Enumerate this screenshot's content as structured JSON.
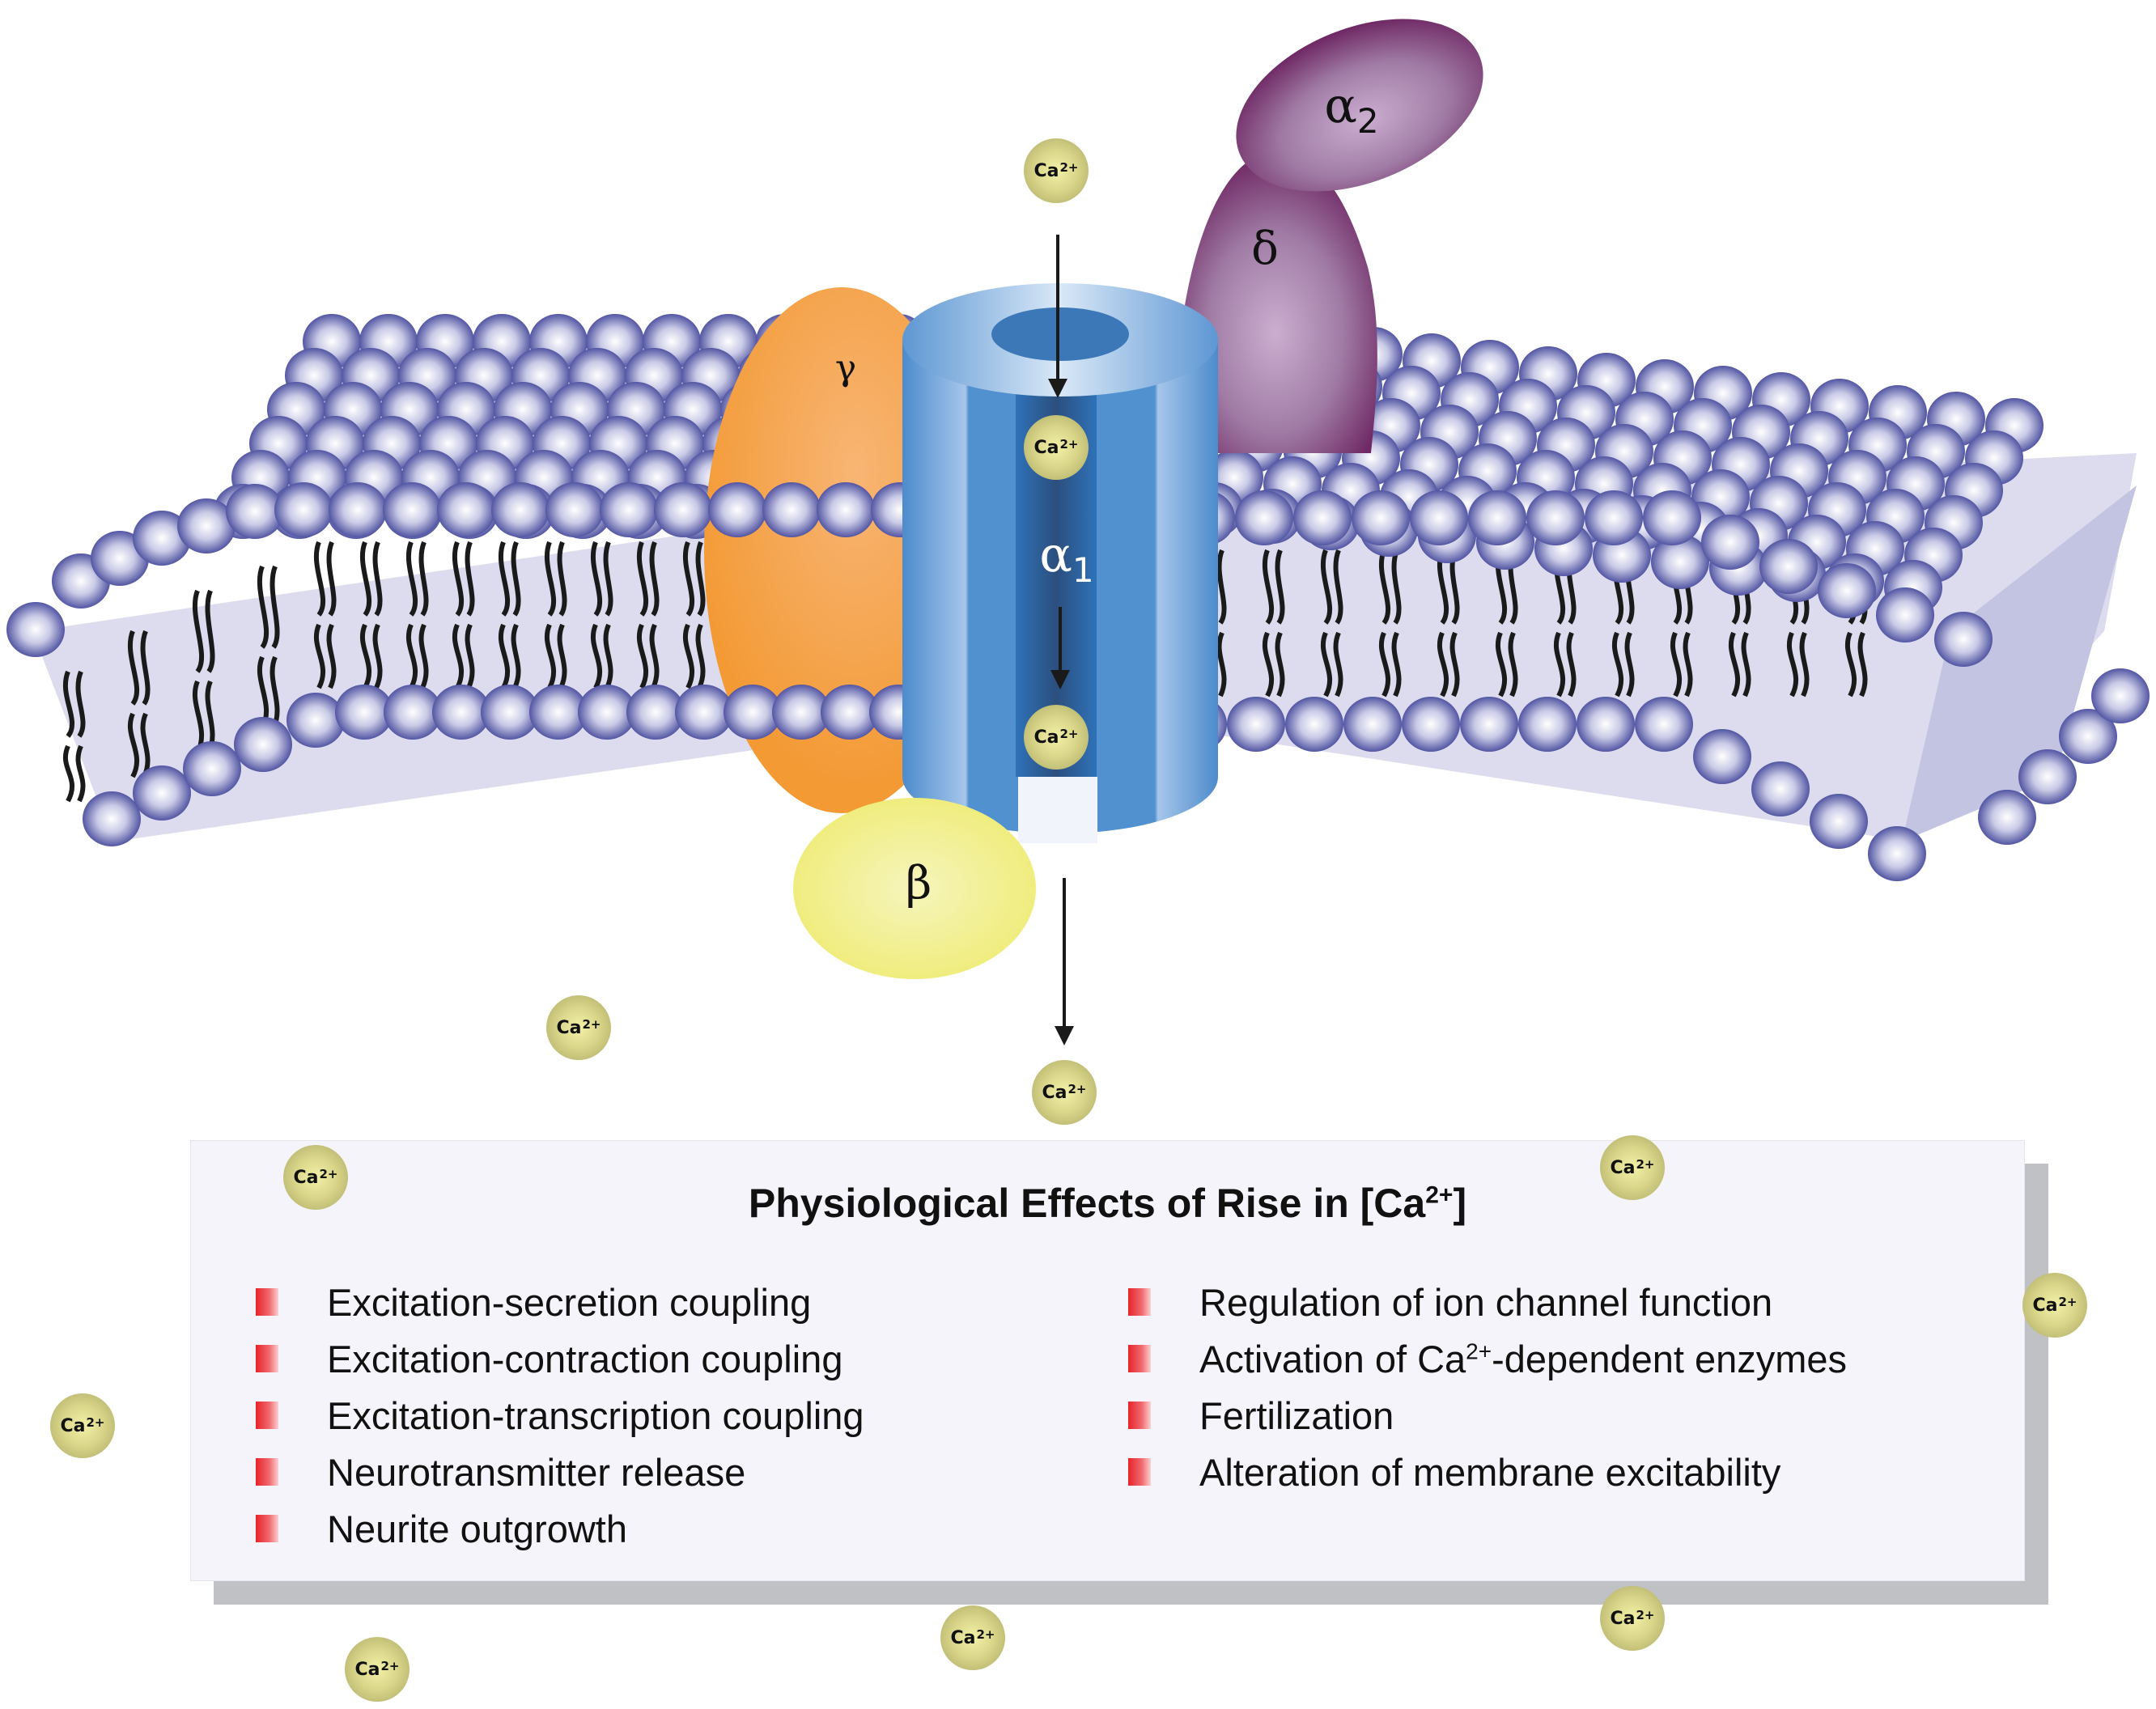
{
  "diagram": {
    "subunits": {
      "alpha1": {
        "symbol": "α",
        "subscript": "1"
      },
      "alpha2": {
        "symbol": "α",
        "subscript": "2"
      },
      "delta": {
        "symbol": "δ"
      },
      "gamma": {
        "symbol": "γ"
      },
      "beta": {
        "symbol": "β"
      }
    },
    "ion": {
      "base": "Ca",
      "charge": "2+"
    },
    "colors": {
      "membrane_head": "#3b3f95",
      "membrane_body": "#dcdcee",
      "channel": "#4f8fd0",
      "channel_pore": "#2b5588",
      "gamma": "#f39a35",
      "beta": "#f1ee7e",
      "delta_alpha2": "#7a2e6a",
      "ion": "#d9d68a",
      "bullet": "#e8232a"
    }
  },
  "box": {
    "title_prefix": "Physiological Effects of Rise in [Ca",
    "title_sup": "2+",
    "title_suffix": "]",
    "left_items": [
      "Excitation-secretion coupling",
      "Excitation-contraction coupling",
      "Excitation-transcription coupling",
      "Neurotransmitter release",
      "Neurite outgrowth"
    ],
    "right_items": [
      {
        "text": "Regulation of ion channel function"
      },
      {
        "prefix": "Activation of Ca",
        "sup": "2+",
        "suffix": "-dependent enzymes"
      },
      {
        "text": "Fertilization"
      },
      {
        "text": "Alteration of membrane excitability"
      }
    ]
  }
}
